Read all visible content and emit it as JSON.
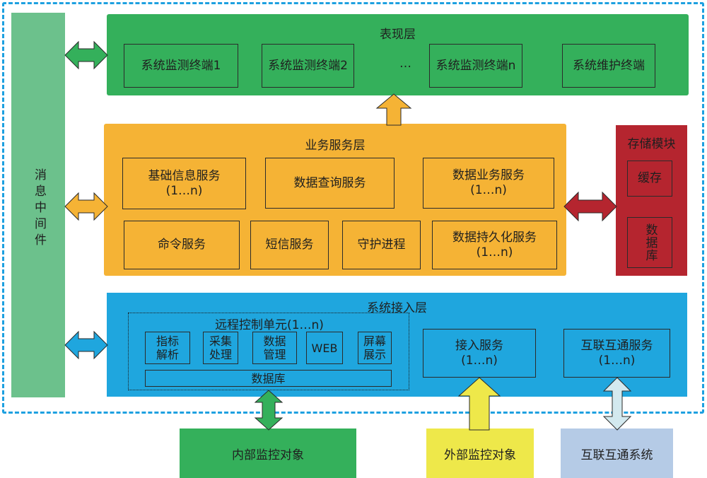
{
  "colors": {
    "frame_border": "#1ea0e0",
    "presentation_layer": "#34b05b",
    "business_layer": "#f5b335",
    "access_layer": "#1fa6de",
    "storage_module": "#b5252f",
    "middleware": "#6cc18c",
    "internal_object": "#34b05b",
    "external_object": "#eee84a",
    "interconnect_system": "#b5cbe6"
  },
  "middleware": {
    "label": "消息中间件"
  },
  "presentation_layer": {
    "title": "表现层",
    "terminals": [
      "系统监测终端1",
      "系统监测终端2",
      "系统监测终端n",
      "系统维护终端"
    ],
    "ellipsis": "…"
  },
  "business_layer": {
    "title": "业务服务层",
    "services": [
      {
        "name": "基础信息服务",
        "sub": "(1…n)"
      },
      {
        "name": "数据查询服务",
        "sub": ""
      },
      {
        "name": "数据业务服务",
        "sub": "(1…n)"
      },
      {
        "name": "命令服务",
        "sub": ""
      },
      {
        "name": "短信服务",
        "sub": ""
      },
      {
        "name": "守护进程",
        "sub": ""
      },
      {
        "name": "数据持久化服务",
        "sub": "(1…n)"
      }
    ]
  },
  "storage_module": {
    "title": "存储模块",
    "items": [
      "缓存",
      "数据库"
    ]
  },
  "access_layer": {
    "title": "系统接入层",
    "rcu": {
      "title": "远程控制单元(1…n)",
      "modules": [
        {
          "line1": "指标",
          "line2": "解析"
        },
        {
          "line1": "采集",
          "line2": "处理"
        },
        {
          "line1": "数据",
          "line2": "管理"
        },
        {
          "line1": "WEB",
          "line2": ""
        },
        {
          "line1": "屏幕",
          "line2": "展示"
        }
      ],
      "database": "数据库"
    },
    "access_service": {
      "name": "接入服务",
      "sub": "(1…n)"
    },
    "interconnect_service": {
      "name": "互联互通服务",
      "sub": "(1…n)"
    }
  },
  "external": {
    "internal_object": "内部监控对象",
    "external_object": "外部监控对象",
    "interconnect_system": "互联互通系统"
  }
}
